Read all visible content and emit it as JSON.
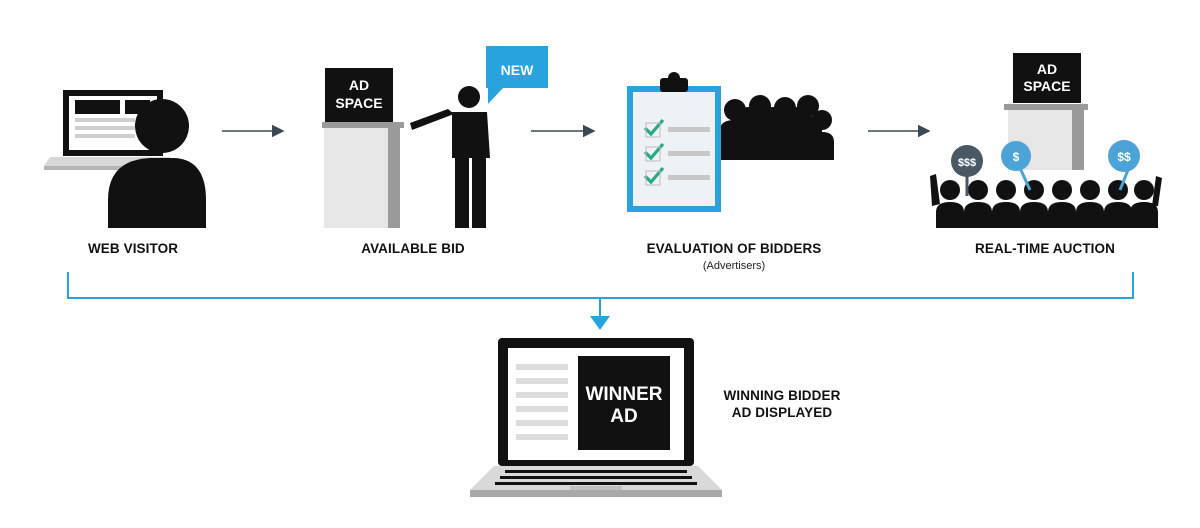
{
  "steps": [
    {
      "label": "WEB VISITOR",
      "icon": "web-visitor-icon"
    },
    {
      "label": "AVAILABLE BID",
      "icon": "presenter-icon",
      "badge": "NEW",
      "sign_line1": "AD",
      "sign_line2": "SPACE"
    },
    {
      "label": "EVALUATION OF  BIDDERS",
      "sublabel": "(Advertisers)",
      "icon": "clipboard-checklist-icon"
    },
    {
      "label": "REAL-TIME AUCTION",
      "icon": "auction-crowd-icon",
      "sign_line1": "AD",
      "sign_line2": "SPACE",
      "paddles": [
        "$$$",
        "$",
        "$$"
      ]
    }
  ],
  "result": {
    "screen_line1": "WINNER",
    "screen_line2": "AD",
    "label_line1": "WINNING BIDDER",
    "label_line2": "AD DISPLAYED"
  },
  "colors": {
    "accent_blue": "#29a3de",
    "check_green": "#27a88a",
    "arrow_gray": "#3e4852",
    "paddle_dark": "#4a5864",
    "paddle_light": "#4ba3d6"
  }
}
